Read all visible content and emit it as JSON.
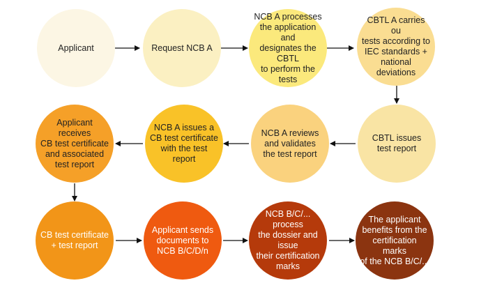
{
  "nodes": [
    {
      "label": "Applicant",
      "fill": "#fcf6e4",
      "text": "#222222"
    },
    {
      "label": "Request NCB A",
      "fill": "#fbf0c2",
      "text": "#222222"
    },
    {
      "label": "NCB A processes\nthe application and\ndesignates the CBTL\nto perform the tests",
      "fill": "#fbe97c",
      "text": "#222222"
    },
    {
      "label": "CBTL A carries ou\ntests according to\nIEC standards +\nnational deviations",
      "fill": "#fadd92",
      "text": "#222222"
    },
    {
      "label": "CBTL issues\ntest report",
      "fill": "#f9e4a4",
      "text": "#222222"
    },
    {
      "label": "NCB A reviews\nand validates\nthe test report",
      "fill": "#fad27e",
      "text": "#222222"
    },
    {
      "label": "NCB A issues a\nCB test certificate\nwith the test report",
      "fill": "#f9c228",
      "text": "#222222"
    },
    {
      "label": "Applicant receives\nCB test certificate\nand associated\ntest report",
      "fill": "#f5a028",
      "text": "#222222"
    },
    {
      "label": "CB test certificate\n+ test report",
      "fill": "#f29518",
      "text": "#ffffff"
    },
    {
      "label": "Applicant sends\ndocuments to\nNCB B/C/D/n",
      "fill": "#ef5a10",
      "text": "#ffffff"
    },
    {
      "label": "NCB B/C/... process\nthe dossier and issue\ntheir certification\nmarks",
      "fill": "#b53a0b",
      "text": "#ffffff"
    },
    {
      "label": "The applicant\nbenefits from the\ncertification marks\nof the NCB B/C/...",
      "fill": "#8b3410",
      "text": "#ffffff"
    }
  ],
  "arrow_color": "#111111"
}
